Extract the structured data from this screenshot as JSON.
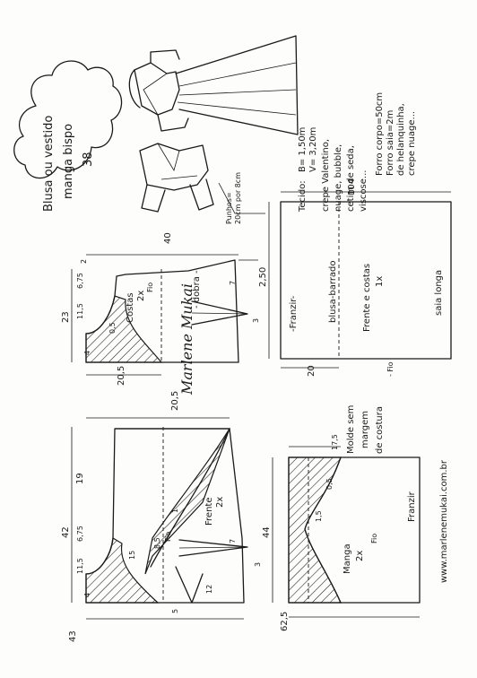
{
  "title": {
    "line1": "Blusa ou vestido",
    "line2": "manga bispo",
    "line3": "38"
  },
  "fabric": {
    "label": "Tecido:",
    "l1": "B= 1,50m",
    "l2": "V= 3,20m",
    "l3": "crepe Valentino,",
    "l4": "nuage, bubble,",
    "l5": "cetim de seda,",
    "l6": "viscose...",
    "l7": "Forro corpo=50cm",
    "l8": "Forro saia=2m",
    "l9": "de helanquinha,",
    "l10": "crepe nuage..."
  },
  "punhos": {
    "l1": "Punhos=",
    "l2": "20cm por 8cm"
  },
  "skirt": {
    "top_dim": "104",
    "left_dim": "2,50",
    "bottom_dim": "20",
    "franzir": "-Franzir-",
    "blusa_barrado": "blusa-barrado",
    "frente_costas": "Frente e costas",
    "qty": "1x",
    "saia_longa": "saia longa",
    "fio": "- Fio"
  },
  "costas": {
    "label": "Costas",
    "qty": "2x",
    "fio": "Fio",
    "dim_40": "40",
    "dim_23": "23",
    "dim_205": "20,5",
    "dim_115": "11,5",
    "dim_675": "6,75",
    "dim_2": "2",
    "dim_4": "4",
    "dim_05": "0,5",
    "dim_7": "7",
    "dim_3": "3",
    "dobra": "- dobra -"
  },
  "frente": {
    "label": "Frente",
    "qty": "2x",
    "fio": "Fio",
    "dim_42": "42",
    "dim_19": "19",
    "dim_205": "20,5",
    "dim_43": "43",
    "dim_115": "11,5",
    "dim_675": "6,75",
    "dim_15": "15",
    "dim_85": "8,5",
    "dim_4": "4",
    "dim_7": "7",
    "dim_3": "3",
    "dim_1": "1",
    "dim_5": "5",
    "dim_12": "12"
  },
  "manga": {
    "label": "Manga",
    "qty": "2x",
    "fio": "Fio",
    "dim_44": "44",
    "dim_175": "17,5",
    "dim_625": "62,5",
    "dim_05": "0,5",
    "dim_15": "1,5",
    "franzir": "Franzir"
  },
  "notes": {
    "molde1": "Molde sem",
    "molde2": "margem",
    "molde3": "de costura",
    "website": "www.marlenemukai.com.br",
    "signature": "Marlene Mukai"
  }
}
